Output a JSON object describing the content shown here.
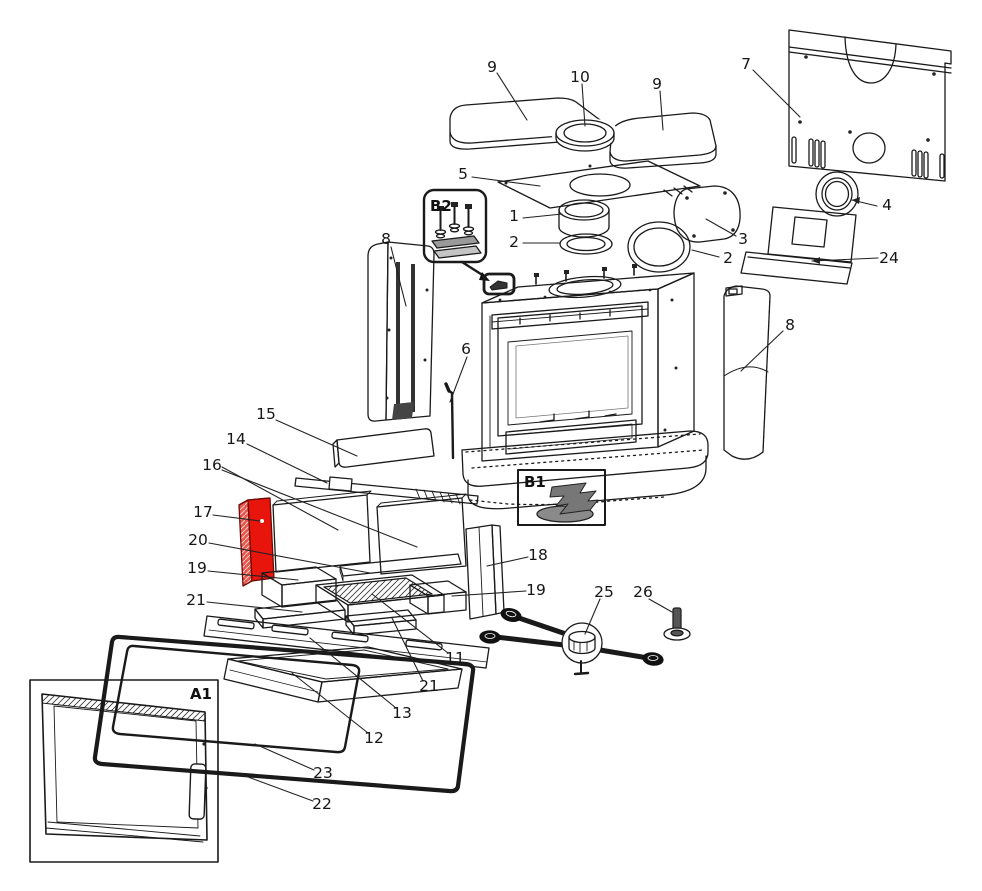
{
  "diagram": {
    "kind": "exploded-parts-diagram",
    "subject": "wood stove / fireplace insert exploded view",
    "background": "#ffffff",
    "line_color": "#1a1a1a",
    "highlight_color": "#e8150d",
    "inset_boxes": {
      "a1": "A1",
      "b1": "B1",
      "b2": "B2"
    },
    "part_labels": {
      "p9_left": "9",
      "p10": "10",
      "p9_right": "9",
      "p7": "7",
      "p5": "5",
      "p1": "1",
      "p2_left": "2",
      "p3": "3",
      "p2_right": "2",
      "p4": "4",
      "p24": "24",
      "p8_left": "8",
      "p6": "6",
      "p8_right": "8",
      "p15": "15",
      "p14": "14",
      "p16": "16",
      "p17": "17",
      "p20": "20",
      "p19_left": "19",
      "p21_left": "21",
      "p18": "18",
      "p19_right": "19",
      "p25": "25",
      "p26": "26",
      "p11": "11",
      "p21_right": "21",
      "p13": "13",
      "p12": "12",
      "p23": "23",
      "p22": "22"
    }
  }
}
